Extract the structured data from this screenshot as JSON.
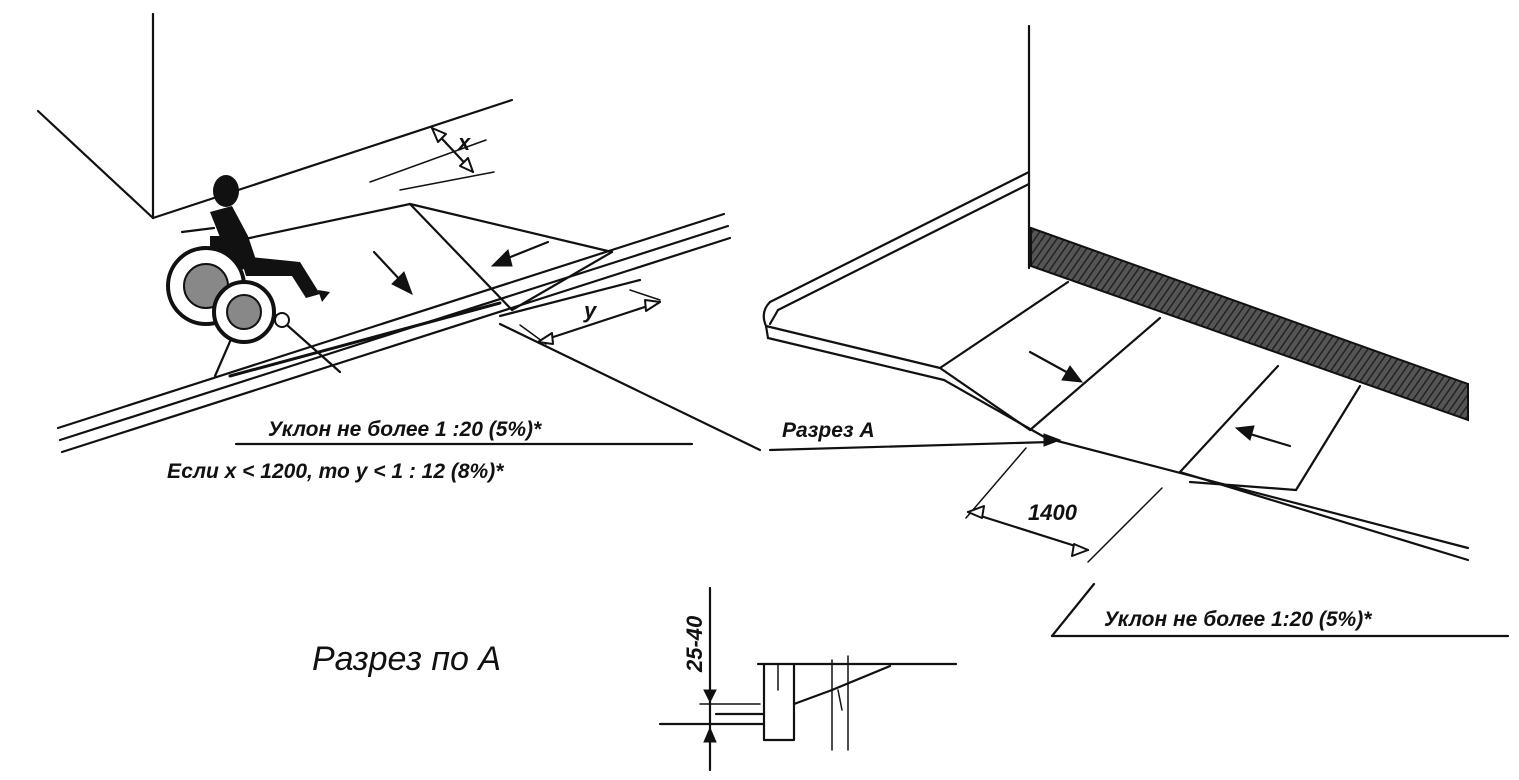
{
  "labels": {
    "slope_left": "Уклон не более 1 :20 (5%)*",
    "condition": "Если x < 1200, то y < 1 : 12 (8%)*",
    "section_a": "Разрез А",
    "slope_right": "Уклон не более 1:20 (5%)*",
    "section_by_a": "Разрез по А"
  },
  "dimensions": {
    "x": "x",
    "y": "y",
    "width": "1400",
    "curb_height": "25-40"
  },
  "colors": {
    "line": "#111111",
    "curb_fill": "#3a3a3a",
    "wheel_fill": "#888888"
  }
}
